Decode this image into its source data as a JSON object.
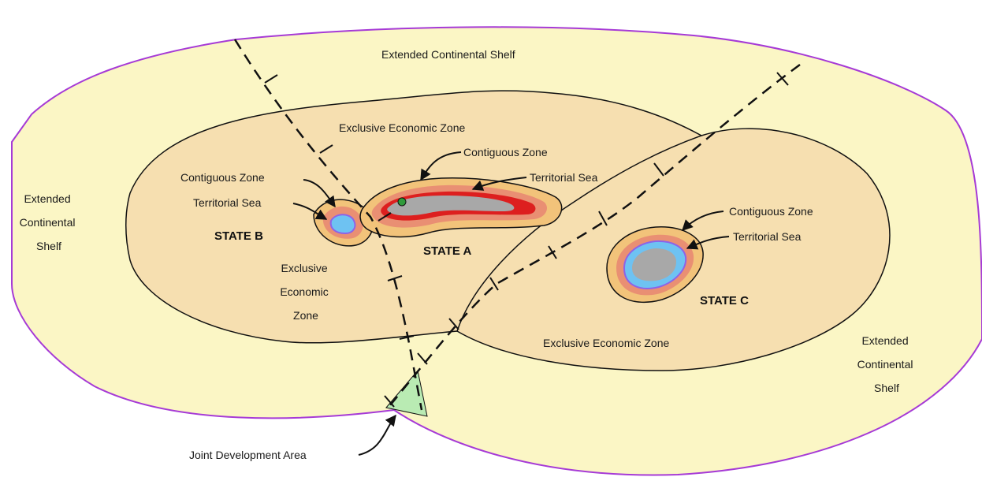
{
  "colors": {
    "background": "#ffffff",
    "shelf_fill": "#fbf6c5",
    "shelf_outline": "#a63ad6",
    "eez_fill": "#f6dfb0",
    "contiguous_fill": "#f2c37a",
    "territorial_fill": "#e98f73",
    "island_red": "#dd1f1f",
    "island_gray": "#a8a8a8",
    "island_blue": "#6ec2f2",
    "island_purple": "#8c63e8",
    "jda_fill": "#b9ebb3",
    "boundary_line": "#111111",
    "marker_green": "#2f9a3b"
  },
  "labels": {
    "ecs_top": "Extended Continental Shelf",
    "ecs_left": [
      "Extended",
      "Continental",
      "Shelf"
    ],
    "ecs_right": [
      "Extended",
      "Continental",
      "Shelf"
    ],
    "eez_top": "Exclusive Economic Zone",
    "eez_b": [
      "Exclusive",
      "Economic",
      "Zone"
    ],
    "eez_bottom": "Exclusive Economic Zone",
    "state_a": "STATE A",
    "state_b": "STATE B",
    "state_c": "STATE C",
    "contig_a": "Contiguous Zone",
    "terr_a": "Territorial Sea",
    "contig_b": "Contiguous Zone",
    "terr_b": "Territorial Sea",
    "contig_c": "Contiguous Zone",
    "terr_c": "Territorial Sea",
    "jda": "Joint Development Area"
  }
}
